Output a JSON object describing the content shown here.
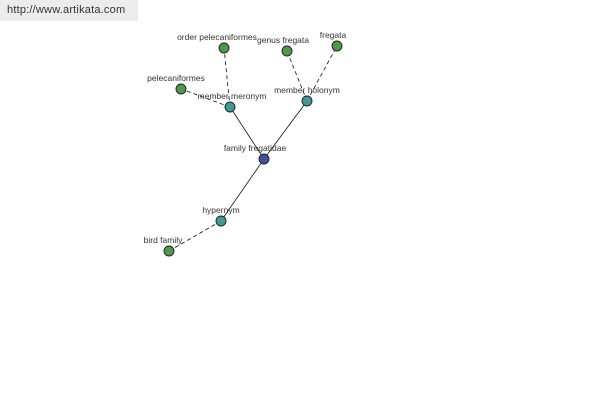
{
  "banner": {
    "url": "http://www.artikata.com"
  },
  "colors": {
    "center": "#3f51a0",
    "relation": "#3f9a96",
    "leaf": "#4a9b4a"
  },
  "graph": {
    "nodes": [
      {
        "id": "center",
        "label": "family fregatidae",
        "kind": "center"
      },
      {
        "id": "meronym",
        "label": "member meronym",
        "kind": "relation"
      },
      {
        "id": "holonym",
        "label": "member holonym",
        "kind": "relation"
      },
      {
        "id": "hypernym",
        "label": "hypernym",
        "kind": "relation"
      },
      {
        "id": "n1",
        "label": "order pelecaniformes",
        "kind": "leaf"
      },
      {
        "id": "n2",
        "label": "pelecaniformes",
        "kind": "leaf"
      },
      {
        "id": "n3",
        "label": "genus fregata",
        "kind": "leaf"
      },
      {
        "id": "n4",
        "label": "fregata",
        "kind": "leaf"
      },
      {
        "id": "n5",
        "label": "bird family",
        "kind": "leaf"
      }
    ],
    "edges": [
      {
        "from": "center",
        "to": "meronym",
        "style": "solid"
      },
      {
        "from": "center",
        "to": "holonym",
        "style": "solid"
      },
      {
        "from": "center",
        "to": "hypernym",
        "style": "solid"
      },
      {
        "from": "meronym",
        "to": "n1",
        "style": "dashed"
      },
      {
        "from": "meronym",
        "to": "n2",
        "style": "dashed"
      },
      {
        "from": "holonym",
        "to": "n3",
        "style": "dashed"
      },
      {
        "from": "holonym",
        "to": "n4",
        "style": "dashed"
      },
      {
        "from": "hypernym",
        "to": "n5",
        "style": "dashed"
      }
    ]
  }
}
